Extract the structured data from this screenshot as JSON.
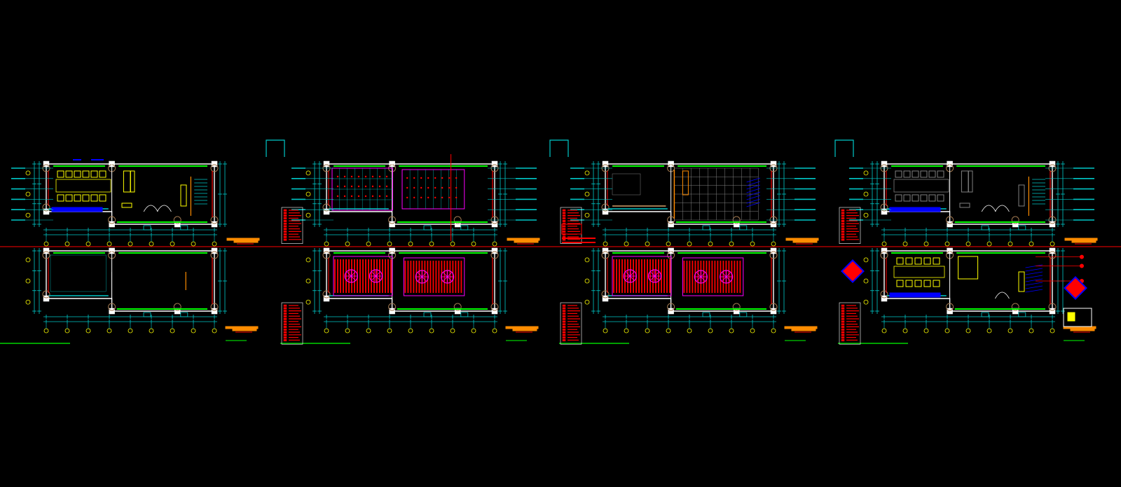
{
  "viewport": {
    "background": "#000000"
  },
  "palette": {
    "wall": "#ffffff",
    "dim": "#00c8c8",
    "green": "#00ff00",
    "red": "#ff0000",
    "yellow": "#ffff00",
    "orange": "#ff8c00",
    "magenta": "#ff00ff",
    "blue": "#0000ff",
    "brown": "#a07850",
    "grey": "#808080"
  },
  "sheets": [
    {
      "top_plan": "furniture",
      "bottom_plan": "empty",
      "has_legend": false,
      "has_stamp": false
    },
    {
      "top_plan": "ceiling-grid",
      "bottom_plan": "ceiling-radial",
      "has_legend": true,
      "has_stamp": false
    },
    {
      "top_plan": "floor-tiles",
      "bottom_plan": "ceiling-radial",
      "has_legend": true,
      "has_stamp": false
    },
    {
      "top_plan": "furniture-grey",
      "bottom_plan": "furniture-index",
      "has_legend": true,
      "has_stamp": true
    }
  ]
}
